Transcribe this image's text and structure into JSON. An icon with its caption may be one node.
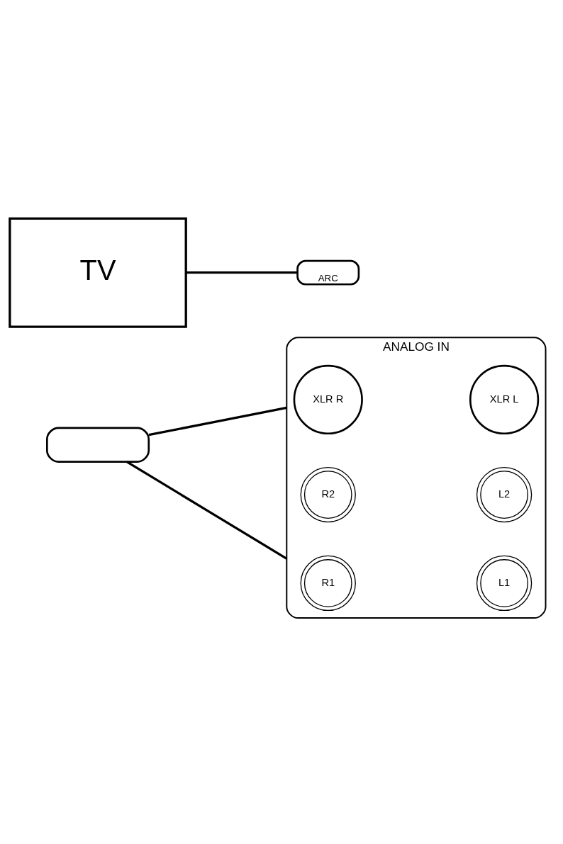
{
  "diagram": {
    "nodes": [
      {
        "text": [
          "TV"
        ]
      },
      {
        "text": [
          "ARC"
        ]
      },
      {
        "text": [],
        "shape": "box"
      },
      {
        "text": [
          "ANALOG IN"
        ]
      },
      {
        "text": [
          "R1"
        ],
        "in": 3
      },
      {
        "text": [
          "L1"
        ],
        "in": 3
      },
      {
        "text": [
          "R2"
        ],
        "in": 3
      },
      {
        "text": [
          "L2"
        ],
        "in": 3
      },
      {
        "text": [
          "XLR R"
        ],
        "in": 3
      },
      {
        "text": [
          "XLR L"
        ],
        "in": 3
      }
    ],
    "edges": [
      {
        "from": 0,
        "to": 1,
        "arrow": "none"
      },
      {
        "from": 2,
        "to": 3,
        "arrow": "none"
      },
      {
        "from": 2,
        "to": 3,
        "arrow": "none"
      }
    ]
  }
}
